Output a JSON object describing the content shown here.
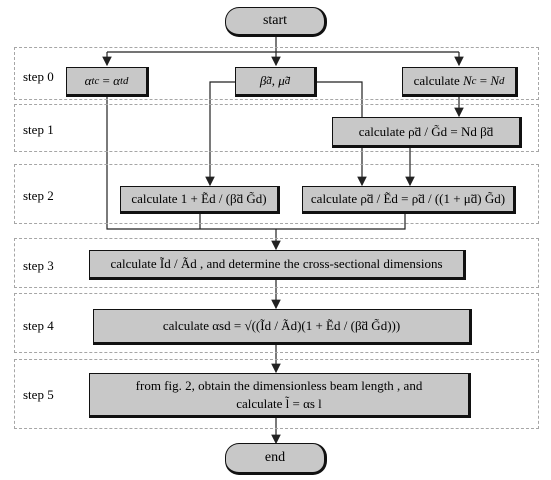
{
  "terminals": {
    "start": "start",
    "end": "end"
  },
  "steps": [
    "step 0",
    "step 1",
    "step 2",
    "step 3",
    "step 4",
    "step 5"
  ],
  "boxes": {
    "s0_alpha": {
      "lhs": "α",
      "lhs_sub": "tc",
      "eq": " = ",
      "rhs": "α",
      "rhs_sub": "td"
    },
    "s0_beta": {
      "a": "β̃",
      "a_sub": "d",
      "sep": ", ",
      "b": "μ̃",
      "b_sub": "d"
    },
    "s0_nc": {
      "prefix": "calculate ",
      "a": "N",
      "a_sub": "c",
      "eq": " = ",
      "b": "N",
      "b_sub": "d"
    },
    "s1": {
      "text": "calculate ρ̃d / G̃d = Nd β̃d"
    },
    "s2_left": {
      "text": "calculate 1 + Ẽd / (β̃d G̃d)"
    },
    "s2_right": {
      "text": "calculate ρ̃d / Ẽd = ρ̃d / ((1 + μ̃d) G̃d)"
    },
    "s3": {
      "text": "calculate Ĩd / Ãd , and determine the cross-sectional dimensions"
    },
    "s4": {
      "text": "calculate αsd = √((Ĩd / Ãd)(1 + Ẽd / (β̃d G̃d)))"
    },
    "s5": {
      "line1": "from fig. 2, obtain the dimensionless beam length , and",
      "line2": "calculate  l̃ = αs l"
    }
  }
}
